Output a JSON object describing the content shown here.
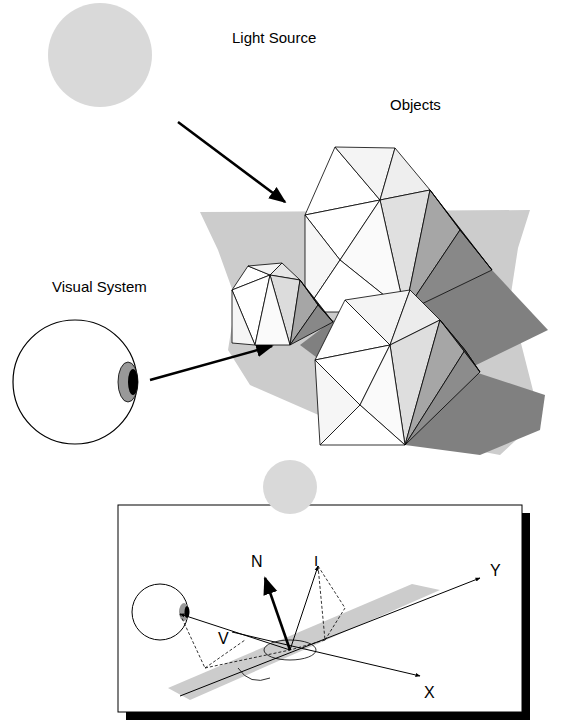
{
  "diagram": {
    "labels": [
      "Light Source",
      "Objects",
      "Visual System",
      "N",
      "I",
      "V",
      "Y",
      "X"
    ]
  }
}
